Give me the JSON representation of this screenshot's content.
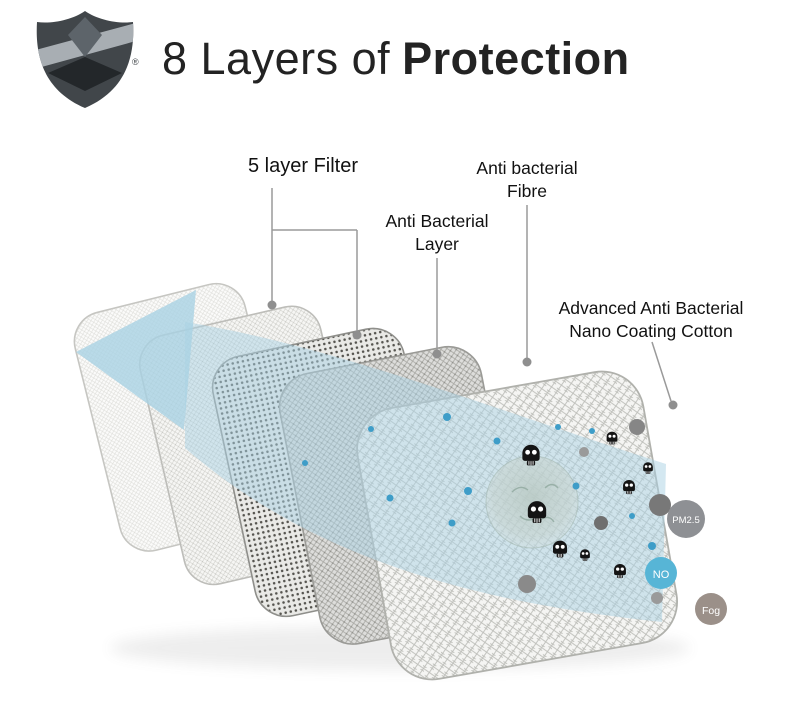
{
  "header": {
    "title_light": "8 Layers of",
    "title_bold": "Protection",
    "logo": {
      "name": "shield-logo",
      "registered_mark": "®"
    }
  },
  "diagram": {
    "labels": {
      "five_layer_filter": "5 layer Filter",
      "anti_bacterial_layer": [
        "Anti Bacterial",
        "Layer"
      ],
      "anti_bacterial_fibre": [
        "Anti bacterial",
        "Fibre"
      ],
      "nano_coating": [
        "Advanced Anti Bacterial",
        "Nano Coating Cotton"
      ]
    },
    "particles": [
      {
        "label": "PM2.5",
        "color": "#8e9094"
      },
      {
        "label": "NO",
        "color": "#57b5d6"
      },
      {
        "label": "Fog",
        "color": "#9b9089"
      }
    ],
    "colors": {
      "airflow_arrow": "#a9d2e4",
      "leader_line": "#9a9a9a",
      "skull": "#141414",
      "blue_dot": "#3e9dc8"
    }
  }
}
